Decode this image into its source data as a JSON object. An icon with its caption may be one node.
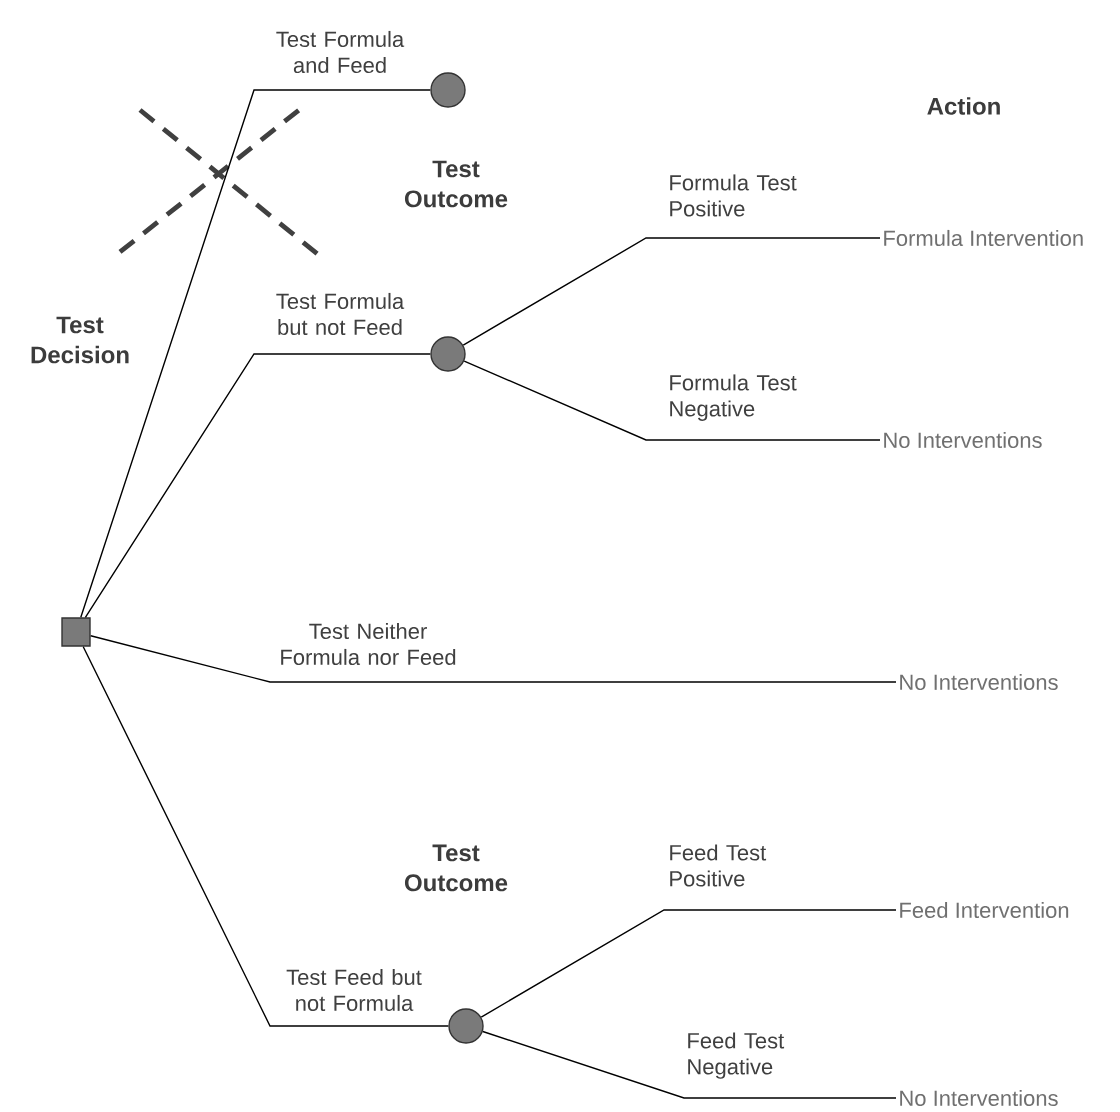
{
  "diagram": {
    "nodes": [
      {
        "text": [],
        "shape": "box"
      },
      {
        "text": [],
        "shape": "circle"
      },
      {
        "text": [],
        "shape": "circle"
      },
      {
        "text": [],
        "shape": "circle"
      },
      {
        "text": [
          "Formula Intervention"
        ]
      },
      {
        "text": [
          "No Interventions"
        ]
      },
      {
        "text": [
          "No Interventions"
        ]
      },
      {
        "text": [
          "Feed Intervention"
        ]
      },
      {
        "text": [
          "No Interventions"
        ]
      }
    ],
    "edges": [
      {
        "from": 0,
        "to": 1,
        "arrow": "none",
        "label": "Test Formula and Feed"
      },
      {
        "from": 0,
        "to": 2,
        "arrow": "none",
        "label": "Test Formula but not Feed"
      },
      {
        "from": 0,
        "to": 6,
        "arrow": "none",
        "label": "Test Neither Formula nor Feed"
      },
      {
        "from": 0,
        "to": 3,
        "arrow": "none",
        "label": "Test Feed but not Formula"
      },
      {
        "from": 2,
        "to": 4,
        "arrow": "none",
        "label": "Formula Test Positive"
      },
      {
        "from": 2,
        "to": 5,
        "arrow": "none",
        "label": "Formula Test Negative"
      },
      {
        "from": 3,
        "to": 7,
        "arrow": "none",
        "label": "Feed Test Positive"
      },
      {
        "from": 3,
        "to": 8,
        "arrow": "none",
        "label": "Feed Test Negative"
      }
    ],
    "labels": [
      "Action",
      "Test Outcome",
      "Test Decision",
      "Test Outcome"
    ]
  }
}
